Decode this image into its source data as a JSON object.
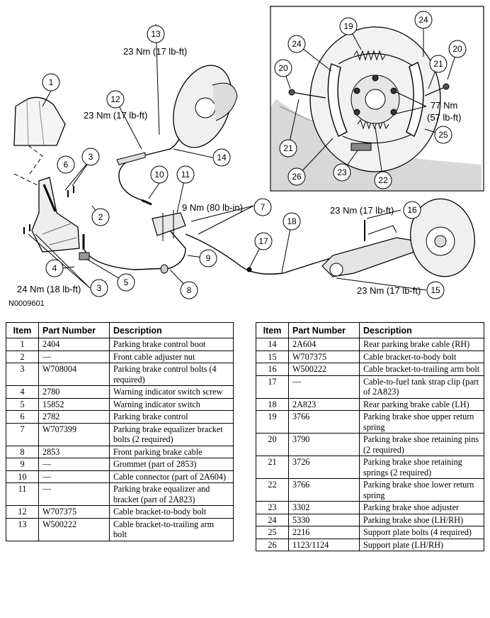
{
  "figure": {
    "drawing_number": "N0009601",
    "torque_labels": {
      "t13": "23 Nm (17 lb-ft)",
      "t12": "23 Nm (17 lb-ft)",
      "t7": "9 Nm (80 lb-in)",
      "t16": "23 Nm (17 lb-ft)",
      "t3": "24 Nm (18 lb-ft)",
      "t15": "23 Nm (17 lb-ft)",
      "t25_line1": "77 Nm",
      "t25_line2": "(57 lb-ft)"
    },
    "callouts": [
      "1",
      "2",
      "3",
      "3",
      "4",
      "5",
      "6",
      "7",
      "8",
      "9",
      "10",
      "11",
      "12",
      "13",
      "14",
      "15",
      "16",
      "17",
      "18",
      "19",
      "20",
      "20",
      "21",
      "21",
      "22",
      "23",
      "24",
      "24",
      "25",
      "26"
    ]
  },
  "table_headers": {
    "item": "Item",
    "part_number": "Part Number",
    "description": "Description"
  },
  "parts_left": [
    {
      "item": "1",
      "part": "2404",
      "desc": "Parking brake control boot"
    },
    {
      "item": "2",
      "part": "—",
      "desc": "Front cable adjuster nut"
    },
    {
      "item": "3",
      "part": "W708004",
      "desc": "Parking brake control bolts (4 required)"
    },
    {
      "item": "4",
      "part": "2780",
      "desc": "Warning indicator switch screw"
    },
    {
      "item": "5",
      "part": "15852",
      "desc": "Warning indicator switch"
    },
    {
      "item": "6",
      "part": "2782",
      "desc": "Parking brake control"
    },
    {
      "item": "7",
      "part": "W707399",
      "desc": "Parking brake equalizer bracket bolts (2 required)"
    },
    {
      "item": "8",
      "part": "2853",
      "desc": "Front parking brake cable"
    },
    {
      "item": "9",
      "part": "—",
      "desc": "Grommet (part of 2853)"
    },
    {
      "item": "10",
      "part": "—",
      "desc": "Cable connector (part of 2A604)"
    },
    {
      "item": "11",
      "part": "—",
      "desc": "Parking brake equalizer and bracket (part of 2A823)"
    },
    {
      "item": "12",
      "part": "W707375",
      "desc": "Cable bracket-to-body bolt"
    },
    {
      "item": "13",
      "part": "W500222",
      "desc": "Cable bracket-to-trailing arm bolt"
    }
  ],
  "parts_right": [
    {
      "item": "14",
      "part": "2A604",
      "desc": "Rear parking brake cable (RH)"
    },
    {
      "item": "15",
      "part": "W707375",
      "desc": "Cable bracket-to-body bolt"
    },
    {
      "item": "16",
      "part": "W500222",
      "desc": "Cable bracket-to-trailing arm bolt"
    },
    {
      "item": "17",
      "part": "—",
      "desc": "Cable-to-fuel tank strap clip (part of 2A823)"
    },
    {
      "item": "18",
      "part": "2A823",
      "desc": "Rear parking brake cable (LH)"
    },
    {
      "item": "19",
      "part": "3766",
      "desc": "Parking brake shoe upper return spring"
    },
    {
      "item": "20",
      "part": "3790",
      "desc": "Parking brake shoe retaining pins (2 required)"
    },
    {
      "item": "21",
      "part": "3726",
      "desc": "Parking brake shoe retaining springs (2 required)"
    },
    {
      "item": "22",
      "part": "3766",
      "desc": "Parking brake shoe lower return spring"
    },
    {
      "item": "23",
      "part": "3302",
      "desc": "Parking brake shoe adjuster"
    },
    {
      "item": "24",
      "part": "5330",
      "desc": "Parking brake shoe (LH/RH)"
    },
    {
      "item": "25",
      "part": "2216",
      "desc": "Support plate bolts (4 required)"
    },
    {
      "item": "26",
      "part": "1123/1124",
      "desc": "Support plate (LH/RH)"
    }
  ]
}
